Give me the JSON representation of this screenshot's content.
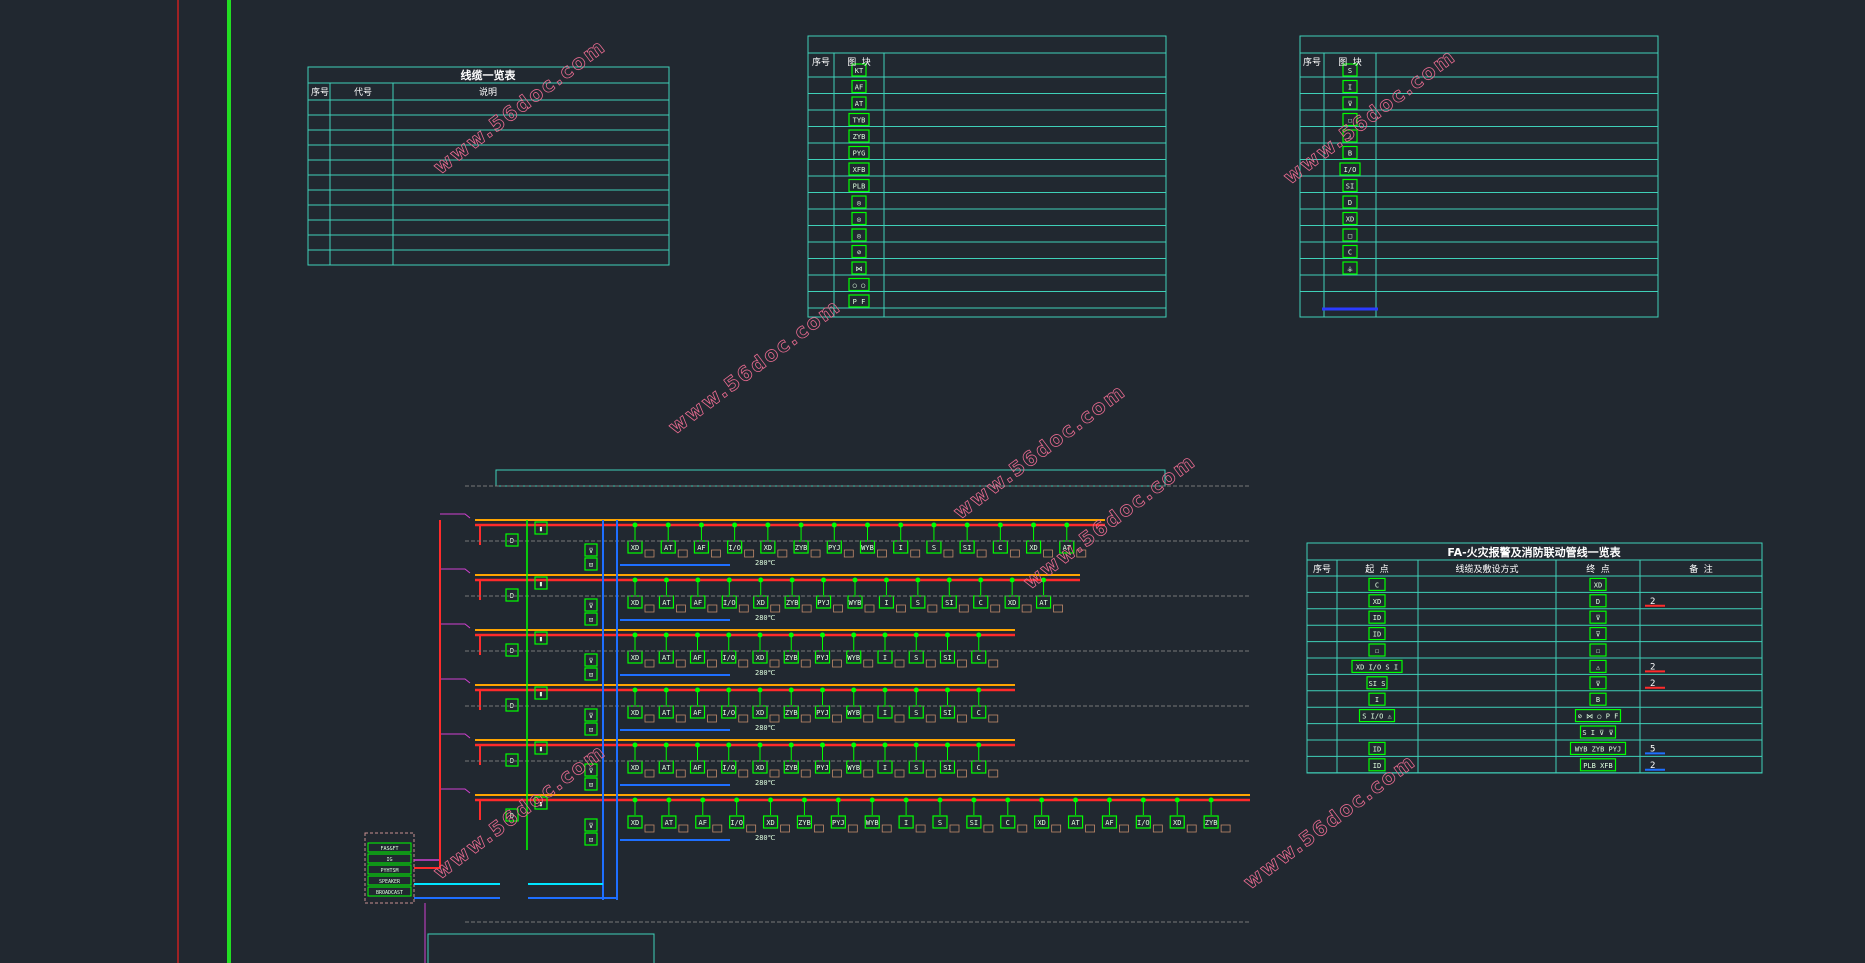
{
  "colors": {
    "background": "#212830",
    "frame": "#3fd0b8",
    "red": "#ff2b2b",
    "green": "#00ff00",
    "blue": "#1e6fff",
    "cyan": "#00e5ff",
    "orange": "#ffa500",
    "magenta": "#d040d0",
    "watermark": "#e66a8f"
  },
  "cable_table": {
    "title": "线缆一览表",
    "headers": [
      "序号",
      "代号",
      "说明"
    ],
    "empty_rows": 11
  },
  "legend_a": {
    "headers": [
      "序号",
      "图 块"
    ],
    "symbols": [
      "KT",
      "AF",
      "AT",
      "TYB",
      "ZYB",
      "PYG",
      "XFB",
      "PLB",
      "◎",
      "◎",
      "◎",
      "⊘",
      "⋈",
      "○ ○",
      "P F"
    ]
  },
  "legend_b": {
    "headers": [
      "序号",
      "图 块"
    ],
    "symbols": [
      "S",
      "I",
      "⊽",
      "☐",
      "⚠",
      "B",
      "I/O",
      "SI",
      "D",
      "XD",
      "□",
      "C",
      "⚶",
      ""
    ]
  },
  "linkage_table": {
    "title": "FA-火灾报警及消防联动管线一览表",
    "headers": [
      "序号",
      "起 点",
      "线缆及敷设方式",
      "终 点",
      "备 注"
    ],
    "rows": [
      {
        "start": "C",
        "end": "XD",
        "note": ""
      },
      {
        "start": "XD",
        "end": "D",
        "note": "2"
      },
      {
        "start": "ID",
        "end": "⊽",
        "note": ""
      },
      {
        "start": "ID",
        "end": "⊽",
        "note": ""
      },
      {
        "start": "☐",
        "end": "☐",
        "note": ""
      },
      {
        "start": "XD I/O S I",
        "end": "⚠",
        "note": "2"
      },
      {
        "start": "SI S",
        "end": "⊽",
        "note": "2"
      },
      {
        "start": "I",
        "end": "B",
        "note": ""
      },
      {
        "start": "S I/O ⚠",
        "end": "⊘ ⋈ ○ P F",
        "note": ""
      },
      {
        "start": "",
        "end": "S I ⊽ ⊽",
        "note": ""
      },
      {
        "start": "ID",
        "end": "WYB ZYB PYJ",
        "note": "5"
      },
      {
        "start": "ID",
        "end": "PLB XFB",
        "note": "2"
      }
    ]
  },
  "riser": {
    "floor_count": 6,
    "temp_label": "280℃",
    "device_labels": [
      "XD",
      "AT",
      "AF",
      "I/O",
      "XD",
      "ZYB",
      "PYJ",
      "WYB",
      "I",
      "S",
      "SI",
      "C"
    ],
    "panel_labels": [
      "FAS&FT",
      "IG",
      "PYHTSM",
      "SPEAKER",
      "BROADCAST"
    ]
  },
  "watermarks": [
    "www.56doc.com",
    "www.56doc.com",
    "www.56doc.com",
    "www.56doc.com",
    "www.56doc.com",
    "www.56doc.com",
    "www.56doc.com"
  ]
}
